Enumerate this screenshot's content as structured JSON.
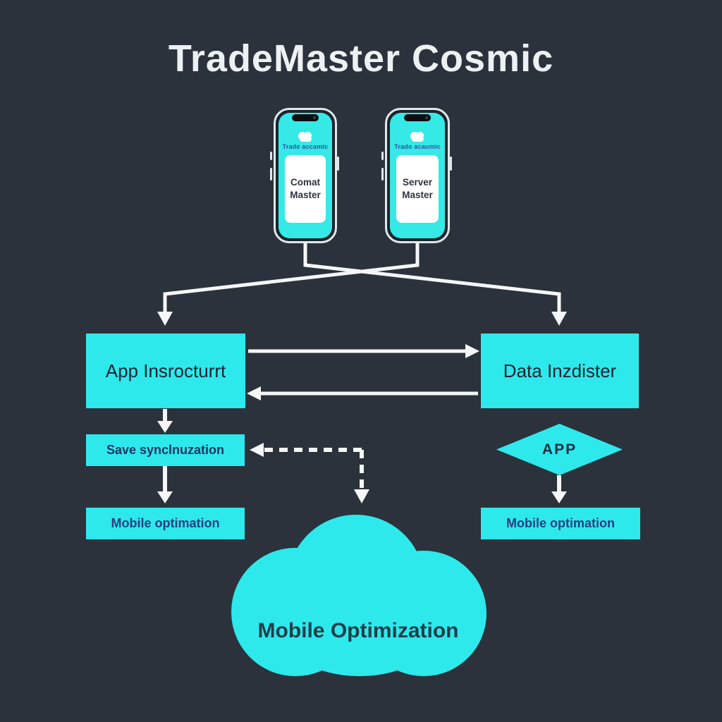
{
  "title": "TradeMaster Cosmic",
  "phones": {
    "left": {
      "brand": "Trade accamic",
      "card_line1": "Comat",
      "card_line2": "Master"
    },
    "right": {
      "brand": "Trado acaumic",
      "card_line1": "Server",
      "card_line2": "Master"
    }
  },
  "nodes": {
    "app_infrastructure": {
      "label": "App Insrocturrt"
    },
    "data_indister": {
      "label": "Data Inzdister"
    },
    "save_sync": {
      "label": "Save synclnuzation"
    },
    "mobile_opt_left": {
      "label": "Mobile optimation"
    },
    "app_decision": {
      "label": "APP"
    },
    "mobile_opt_right": {
      "label": "Mobile optimation"
    },
    "cloud": {
      "label": "Mobile Optimization"
    }
  },
  "colors": {
    "background": "#2b323b",
    "accent_cyan": "#2de9ec",
    "arrow_white": "#f4f6f7"
  }
}
